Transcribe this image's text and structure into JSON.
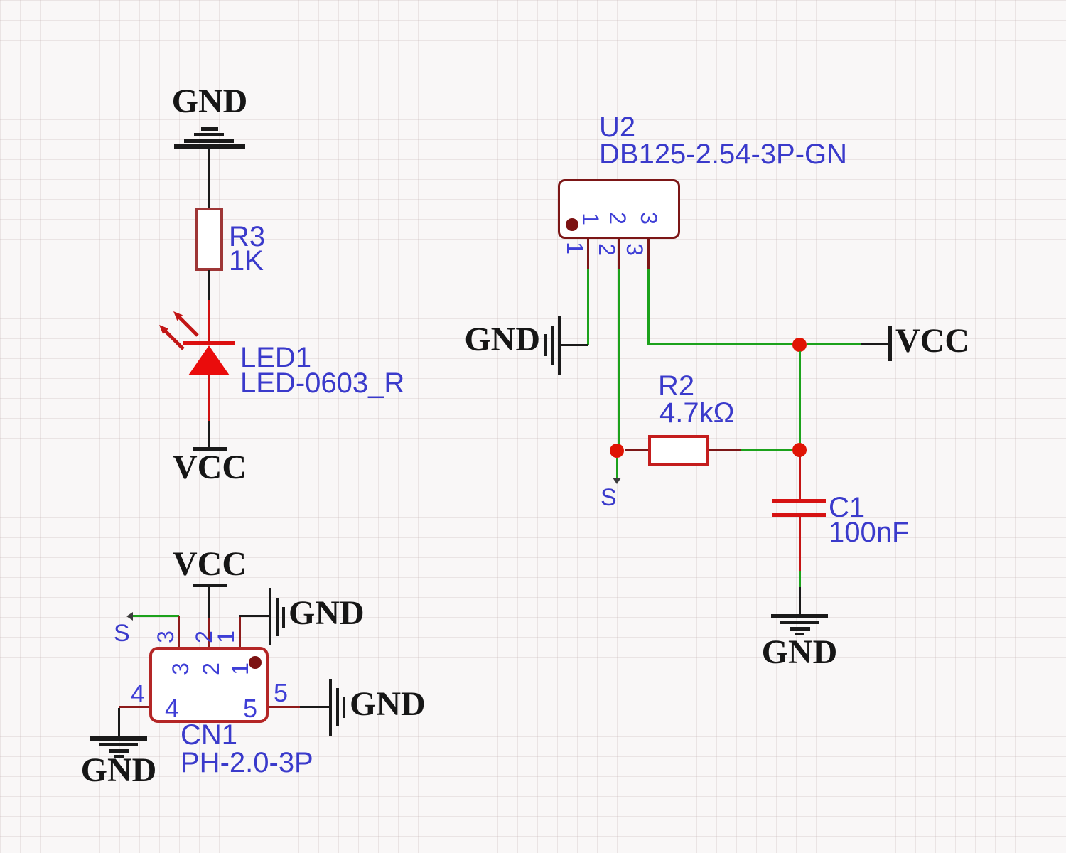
{
  "power_flags": {
    "gnd": "GND",
    "vcc": "VCC"
  },
  "net_labels": {
    "s": "S"
  },
  "components": {
    "r3": {
      "designator": "R3",
      "value": "1K"
    },
    "led1": {
      "designator": "LED1",
      "value": "LED-0603_R"
    },
    "u2": {
      "designator": "U2",
      "value": "DB125-2.54-3P-GN",
      "pins": [
        "1",
        "2",
        "3"
      ]
    },
    "r2": {
      "designator": "R2",
      "value": "4.7kΩ"
    },
    "c1": {
      "designator": "C1",
      "value": "100nF"
    },
    "cn1": {
      "designator": "CN1",
      "value": "PH-2.0-3P",
      "pins_top": [
        "3",
        "2",
        "1"
      ],
      "pins_bottom": [
        "4",
        "5"
      ]
    }
  },
  "colors": {
    "wire_green": "#1ca21c",
    "wire_black": "#1a1a1a",
    "wire_red": "#cf1111",
    "stub_maroon": "#7c1616",
    "stub_brick": "#8e1b1b",
    "outline_dark": "#7c1616",
    "outline_r3": "#9e3636",
    "outline_r2": "#c41d1d",
    "outline_cn1": "#b42626",
    "junction": "#e01404",
    "label_blue": "#3a3acb",
    "text_black": "#161616"
  }
}
